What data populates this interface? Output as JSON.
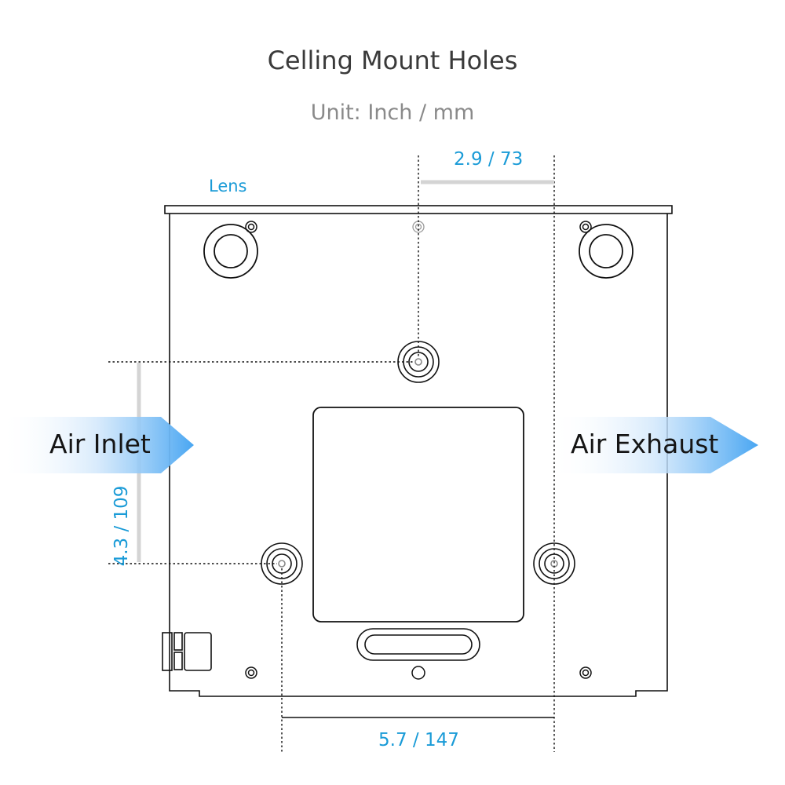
{
  "title": "Celling Mount Holes",
  "subtitle": "Unit: Inch / mm",
  "labels": {
    "lens": "Lens",
    "air_inlet": "Air Inlet",
    "air_exhaust": "Air Exhaust"
  },
  "dimensions": {
    "top": "2.9 / 73",
    "bottom": "5.7 / 147",
    "side": "4.3 / 109"
  },
  "colors": {
    "dimension_text": "#1a9bd7",
    "arrow_blue": "#4aa8f2",
    "outline": "#111111",
    "dimension_bar": "#d4d4d4"
  }
}
